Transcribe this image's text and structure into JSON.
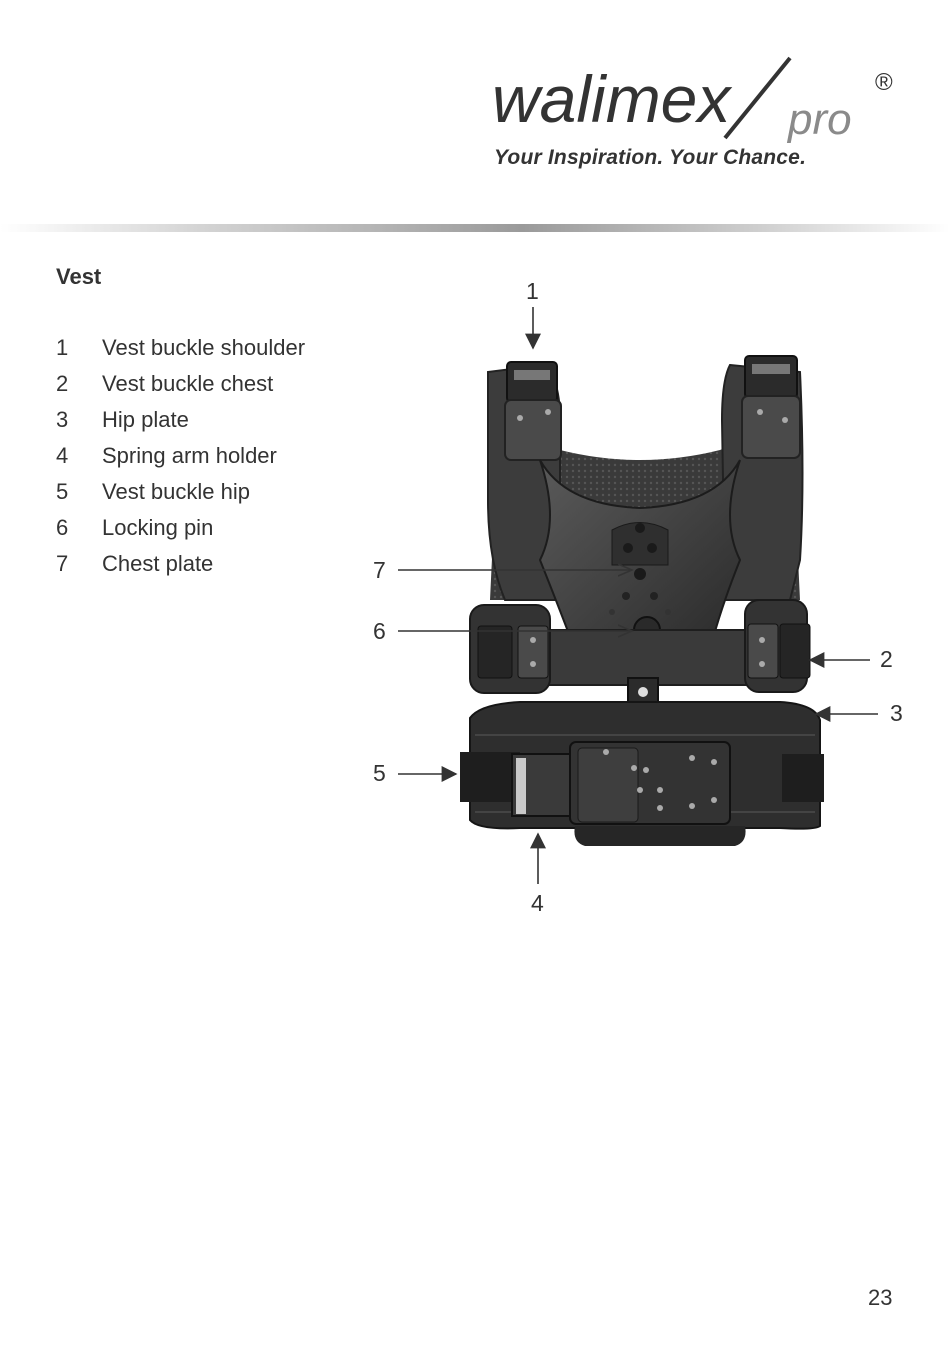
{
  "header": {
    "brand": "walimex",
    "brand_suffix": "pro",
    "registered_mark": "®",
    "tagline": "Your Inspiration. Your Chance."
  },
  "section": {
    "title": "Vest"
  },
  "legend": [
    {
      "num": "1",
      "label": "Vest buckle shoulder"
    },
    {
      "num": "2",
      "label": "Vest buckle chest"
    },
    {
      "num": "3",
      "label": "Hip plate"
    },
    {
      "num": "4",
      "label": "Spring arm holder"
    },
    {
      "num": "5",
      "label": "Vest buckle hip"
    },
    {
      "num": "6",
      "label": "Locking pin"
    },
    {
      "num": "7",
      "label": "Chest plate"
    }
  ],
  "callouts": {
    "c1": "1",
    "c2": "2",
    "c3": "3",
    "c4": "4",
    "c5": "5",
    "c6": "6",
    "c7": "7"
  },
  "page": {
    "number": "23"
  }
}
